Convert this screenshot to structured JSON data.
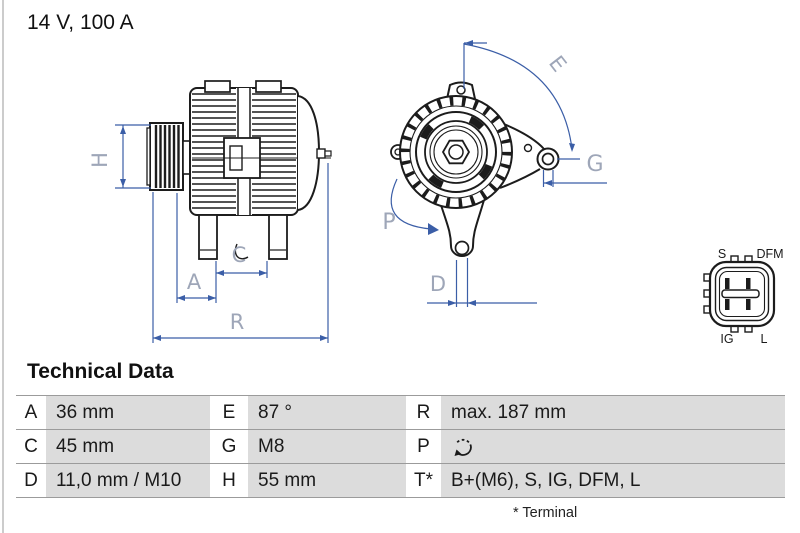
{
  "title": "14 V, 100 A",
  "diagram": {
    "dim_color": "#3b5ea7",
    "label_color": "#9ea6b8",
    "line_color": "#1c1c1c",
    "side_view_labels": {
      "H": "H",
      "A": "A",
      "C": "C",
      "R": "R"
    },
    "front_view_labels": {
      "E": "E",
      "G": "G",
      "P": "P",
      "D": "D"
    },
    "connector_labels": {
      "top_left": "S",
      "top_right": "DFM",
      "bottom_left": "IG",
      "bottom_right": "L"
    }
  },
  "icons": {
    "p_rotation": "rotation-direction-circular-arrow"
  },
  "technical_data": {
    "heading": "Technical Data",
    "rows": [
      [
        {
          "key": "A",
          "value": "36 mm"
        },
        {
          "key": "E",
          "value": "87 °"
        },
        {
          "key": "R",
          "value": "max. 187 mm"
        }
      ],
      [
        {
          "key": "C",
          "value": "45 mm"
        },
        {
          "key": "G",
          "value": "M8"
        },
        {
          "key": "P",
          "value": ""
        }
      ],
      [
        {
          "key": "D",
          "value": "11,0 mm / M10"
        },
        {
          "key": "H",
          "value": "55 mm"
        },
        {
          "key": "T*",
          "value": "B+(M6), S, IG, DFM, L"
        }
      ]
    ],
    "footnote": "* Terminal"
  }
}
